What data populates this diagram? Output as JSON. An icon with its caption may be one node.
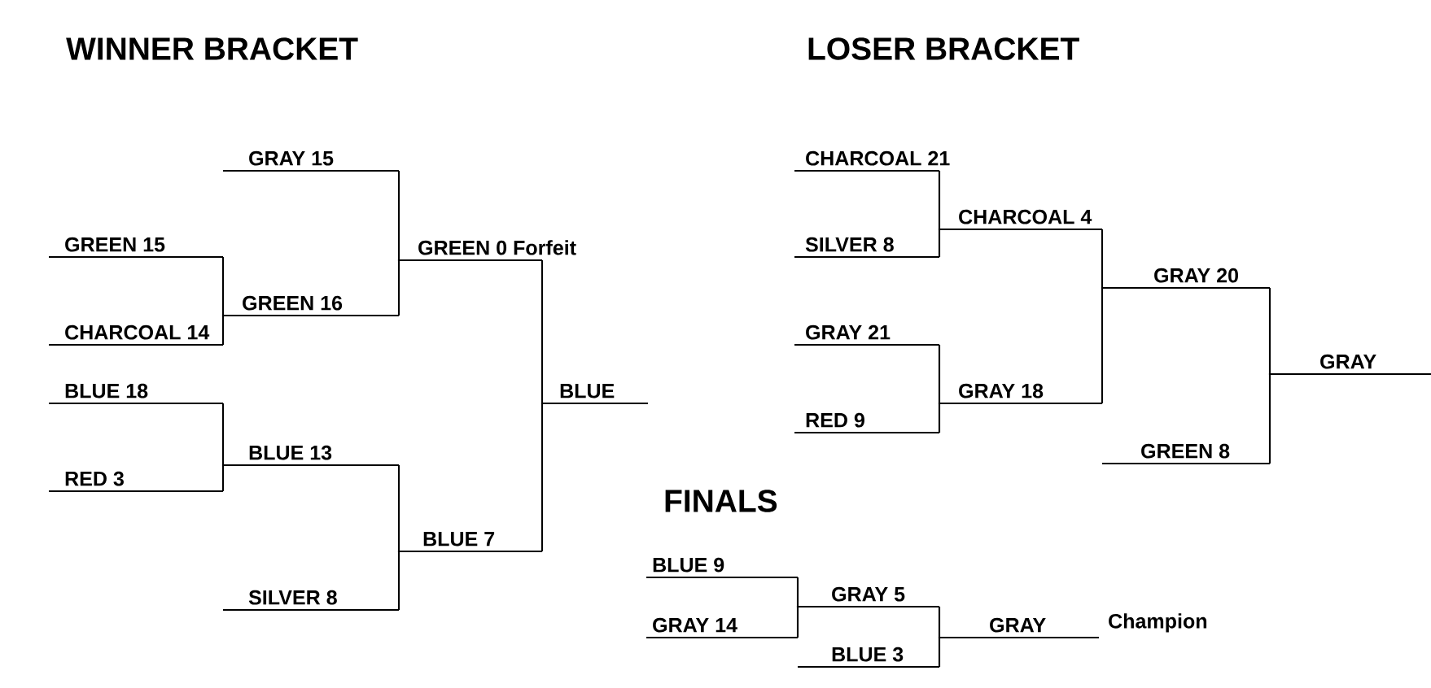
{
  "diagram": {
    "nodes": [
      {
        "text": [
          "GRAY 15"
        ]
      },
      {
        "text": [
          "GREEN 15"
        ]
      },
      {
        "text": [
          "CHARCOAL 14"
        ]
      },
      {
        "text": [
          "GREEN 16"
        ]
      },
      {
        "text": [
          "GREEN 0 Forfeit"
        ]
      },
      {
        "text": [
          "BLUE 18"
        ]
      },
      {
        "text": [
          "RED 3"
        ]
      },
      {
        "text": [
          "BLUE 13"
        ]
      },
      {
        "text": [
          "BLUE 7"
        ]
      },
      {
        "text": [
          "SILVER 8"
        ]
      },
      {
        "text": [
          "BLUE"
        ]
      },
      {
        "text": [
          "CHARCOAL 21"
        ]
      },
      {
        "text": [
          "SILVER 8"
        ]
      },
      {
        "text": [
          "CHARCOAL 4"
        ]
      },
      {
        "text": [
          "GRAY 21"
        ]
      },
      {
        "text": [
          "RED 9"
        ]
      },
      {
        "text": [
          "GRAY 18"
        ]
      },
      {
        "text": [
          "GRAY 20"
        ]
      },
      {
        "text": [
          "GREEN 8"
        ]
      },
      {
        "text": [
          "GRAY"
        ]
      },
      {
        "text": [
          "BLUE 9"
        ]
      },
      {
        "text": [
          "GRAY 14"
        ]
      },
      {
        "text": [
          "GRAY 5"
        ]
      },
      {
        "text": [
          "BLUE 3"
        ]
      },
      {
        "text": [
          "GRAY"
        ],
        "beside": [
          "Champion"
        ]
      }
    ],
    "edges": [
      {
        "from": 1,
        "to": 3,
        "arrow": "none"
      },
      {
        "from": 2,
        "to": 3,
        "arrow": "none"
      },
      {
        "from": 0,
        "to": 4,
        "arrow": "none"
      },
      {
        "from": 3,
        "to": 4,
        "arrow": "none"
      },
      {
        "from": 5,
        "to": 7,
        "arrow": "none"
      },
      {
        "from": 6,
        "to": 7,
        "arrow": "none"
      },
      {
        "from": 7,
        "to": 8,
        "arrow": "none"
      },
      {
        "from": 9,
        "to": 8,
        "arrow": "none"
      },
      {
        "from": 4,
        "to": 10,
        "arrow": "none"
      },
      {
        "from": 8,
        "to": 10,
        "arrow": "none"
      },
      {
        "from": 11,
        "to": 13,
        "arrow": "none"
      },
      {
        "from": 12,
        "to": 13,
        "arrow": "none"
      },
      {
        "from": 14,
        "to": 16,
        "arrow": "none"
      },
      {
        "from": 15,
        "to": 16,
        "arrow": "none"
      },
      {
        "from": 13,
        "to": 17,
        "arrow": "none"
      },
      {
        "from": 16,
        "to": 17,
        "arrow": "none"
      },
      {
        "from": 17,
        "to": 19,
        "arrow": "none"
      },
      {
        "from": 18,
        "to": 19,
        "arrow": "none"
      },
      {
        "from": 20,
        "to": 22,
        "arrow": "none"
      },
      {
        "from": 21,
        "to": 22,
        "arrow": "none"
      },
      {
        "from": 22,
        "to": 24,
        "arrow": "none"
      },
      {
        "from": 23,
        "to": 24,
        "arrow": "none"
      }
    ],
    "labels": [
      "WINNER BRACKET",
      "LOSER BRACKET",
      "FINALS"
    ]
  }
}
